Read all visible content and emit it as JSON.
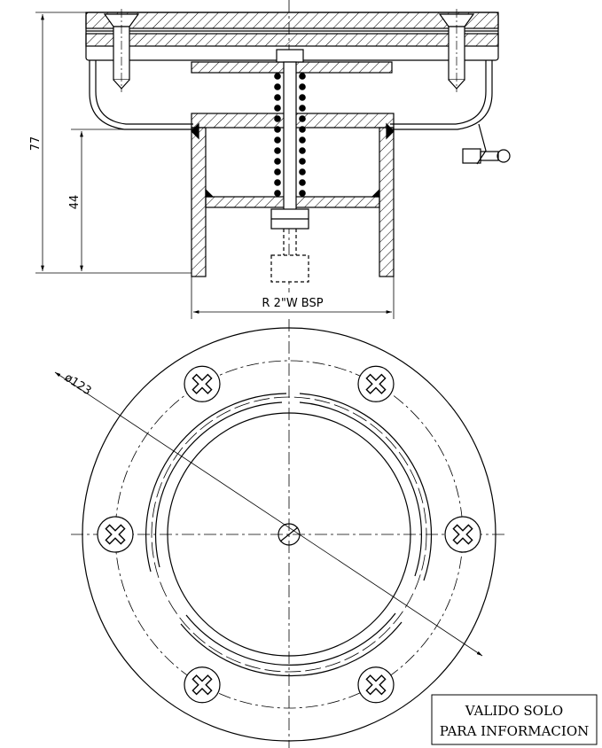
{
  "dimensions": {
    "height_total": "77",
    "height_body": "44",
    "thread": "R 2\"W BSP",
    "diameter": "ø123"
  },
  "note": {
    "line1": "VALIDO SOLO",
    "line2": "PARA INFORMACION"
  },
  "colors": {
    "ink": "#000000",
    "paper": "#ffffff"
  }
}
